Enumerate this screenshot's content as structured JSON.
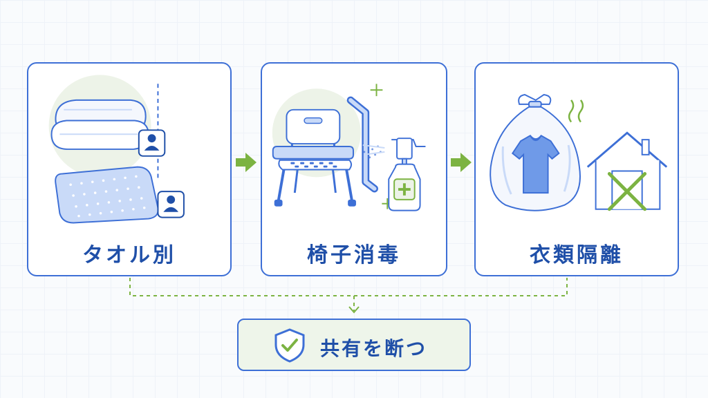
{
  "steps": [
    {
      "label": "タオル別",
      "icons": [
        "folded-towel-icon",
        "towel-mat-icon",
        "user-icon",
        "user-icon"
      ]
    },
    {
      "label": "椅子消毒",
      "icons": [
        "shower-chair-icon",
        "grab-bar-icon",
        "spray-bottle-icon",
        "sparkle-icon"
      ]
    },
    {
      "label": "衣類隔離",
      "icons": [
        "laundry-bag-icon",
        "shirt-icon",
        "house-icon",
        "cross-icon"
      ]
    }
  ],
  "result": {
    "label": "共有を断つ",
    "icon": "shield-check-icon"
  },
  "colors": {
    "outline_blue": "#3d6fd6",
    "text_blue": "#1f4fa8",
    "arrow_green": "#7cb342",
    "light_blue_fill": "#c9daf8",
    "result_bg": "#eef5ea"
  }
}
